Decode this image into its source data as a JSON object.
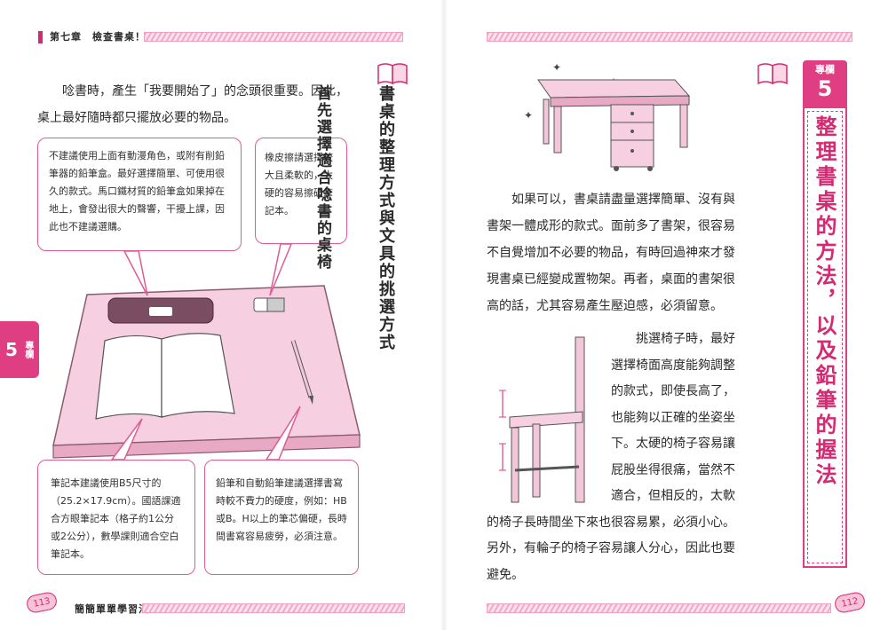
{
  "left_page": {
    "header": {
      "title": "第七章　檢查書桌！"
    },
    "intro_text": "唸書時，產生「我要開始了」的念頭很重要。因此，桌上最好隨時都只擺放必要的物品。",
    "callouts": {
      "pencil_case": "不建議使用上面有動漫角色，或附有削鉛筆器的鉛筆盒。最好選擇簡單、可使用很久的款式。馬口鐵材質的鉛筆盒如果掉在地上，會發出很大的聲響，干擾上課，因此也不建議選購。",
      "eraser": "橡皮擦請選擇較大且柔軟的，太硬的容易擦破筆記本。",
      "notebook": "筆記本建議使用B5尺寸的（25.2×17.9cm）。國語課適合方眼筆記本（格子約1公分或2公分），數學課則適合空白筆記本。",
      "pencil": "鉛筆和自動鉛筆建議選擇書寫時較不費力的硬度，例如：HB或B。H以上的筆芯偏硬，長時間書寫容易疲勞，必須注意。"
    },
    "section_title": "書桌的整理方式與文具的挑選方式",
    "side_tab": {
      "number": "5",
      "label": "專欄"
    },
    "footer": {
      "page_number": "113",
      "title": "簡簡單單學習法！"
    }
  },
  "right_page": {
    "section_title": "首先選擇適合唸書的桌椅",
    "column_tab": {
      "label": "專欄",
      "number": "5"
    },
    "column_title": "整理書桌的方法，以及鉛筆的握法",
    "paragraph_desk": "如果可以，書桌請盡量選擇簡單、沒有與書架一體成形的款式。面前多了書架，很容易不自覺增加不必要的物品，有時回過神來才發現書桌已經變成置物架。再者，桌面的書架很高的話，尤其容易產生壓迫感，必須留意。",
    "paragraph_chair_lines": [
      "挑選椅子時，最好",
      "選擇椅面高度能夠調整",
      "的款式，即使長高了，",
      "也能夠以正確的坐姿坐",
      "下。太硬的椅子容易讓",
      "屁股坐得很痛，當然不",
      "適合，但相反的，太軟",
      "的椅子長時間坐下來也很容易累，必須小心。",
      "另外，有輪子的椅子容易讓人分心，因此也要",
      "避免。"
    ],
    "footer": {
      "page_number": "112"
    }
  },
  "colors": {
    "accent": "#e03e83",
    "accent_dark": "#d42a72",
    "desk_pink": "#f3c7d9"
  }
}
